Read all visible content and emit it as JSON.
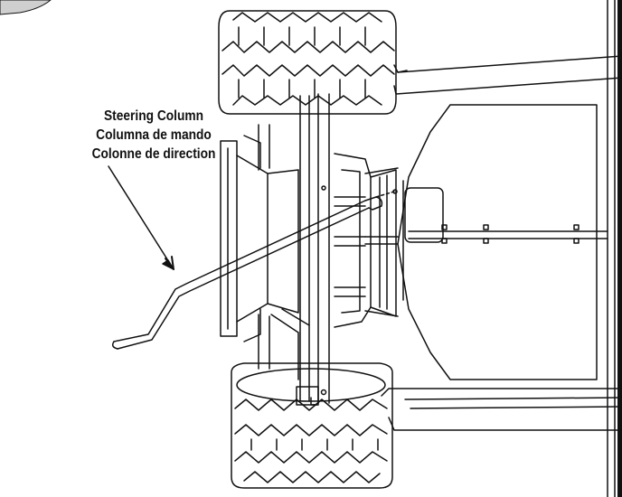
{
  "callout": {
    "lines": [
      "Steering Column",
      "Columna de mando",
      "Colonne de direction"
    ]
  },
  "colors": {
    "line": "#111111",
    "background": "#ffffff"
  }
}
